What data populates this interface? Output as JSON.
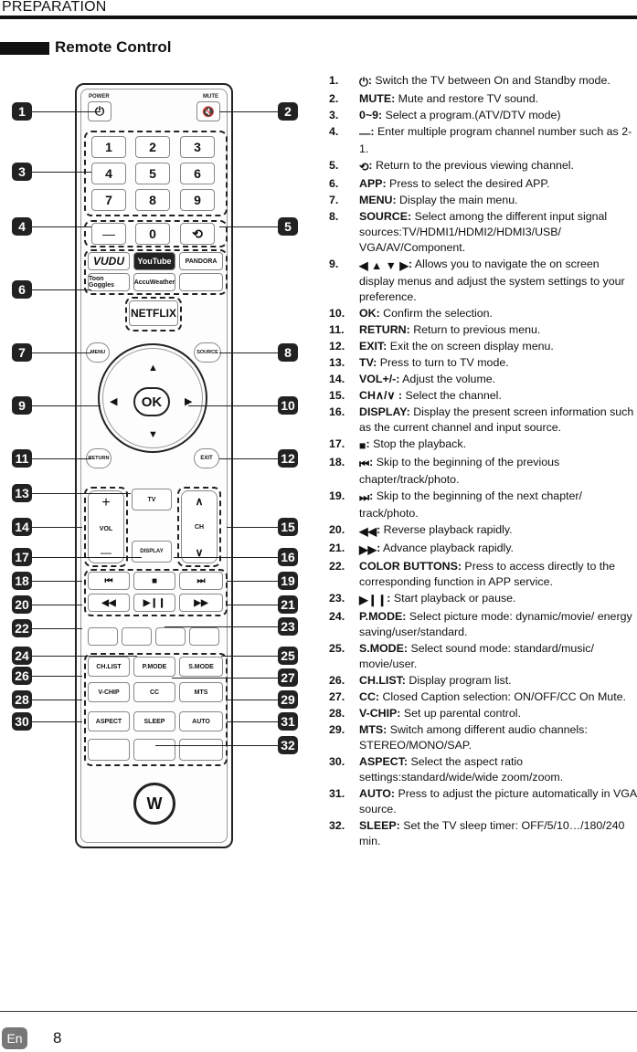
{
  "header": {
    "title": "PREPARATION"
  },
  "section": {
    "title": "Remote Control"
  },
  "remote": {
    "power": "POWER",
    "mute": "MUTE",
    "digits": [
      "1",
      "2",
      "3",
      "4",
      "5",
      "6",
      "7",
      "8",
      "9",
      "0"
    ],
    "dash": "—",
    "apps": [
      "VUDU",
      "YouTube",
      "PANDORA",
      "Toon Goggles",
      "AccuWeather",
      "NETFLIX"
    ],
    "menu": "MENU",
    "source": "SOURCE",
    "ok": "OK",
    "return": "RETURN",
    "exit": "EXIT",
    "tv": "TV",
    "vol": "VOL",
    "ch": "CH",
    "display": "DISPLAY",
    "chlist": "CH.LIST",
    "pmode": "P.MODE",
    "smode": "S.MODE",
    "vchip": "V-CHIP",
    "cc": "CC",
    "mts": "MTS",
    "aspect": "ASPECT",
    "sleep": "SLEEP",
    "auto": "AUTO",
    "plus": "+",
    "minus": "—"
  },
  "callouts": [
    "1",
    "2",
    "3",
    "4",
    "5",
    "6",
    "7",
    "8",
    "9",
    "10",
    "11",
    "12",
    "13",
    "14",
    "15",
    "16",
    "17",
    "18",
    "19",
    "20",
    "21",
    "22",
    "23",
    "24",
    "25",
    "26",
    "27",
    "28",
    "29",
    "30",
    "31",
    "32"
  ],
  "items": [
    {
      "n": "1.",
      "icon": "power-icon",
      "key": ":",
      "text": " Switch the TV between On and Standby mode."
    },
    {
      "n": "2.",
      "key": "MUTE:",
      "text": " Mute and restore TV sound."
    },
    {
      "n": "3.",
      "key": "0~9:",
      "text": " Select a program.(ATV/DTV mode)"
    },
    {
      "n": "4.",
      "icon": "dash-icon",
      "key": ":",
      "text": " Enter multiple program channel number such as 2-1."
    },
    {
      "n": "5.",
      "icon": "recall-icon",
      "key": ":",
      "text": " Return to the previous viewing channel."
    },
    {
      "n": "6.",
      "key": "APP:",
      "text": " Press to select the desired APP."
    },
    {
      "n": "7.",
      "key": "MENU:",
      "text": " Display the main menu."
    },
    {
      "n": "8.",
      "key": "SOURCE:",
      "text": " Select among the different input signal sources:TV/HDMI1/HDMI2/HDMI3/USB/ VGA/AV/Component."
    },
    {
      "n": "9.",
      "icon": "arrows-icon",
      "key": ":",
      "text": " Allows you to navigate the on screen display menus and adjust the system settings to your preference."
    },
    {
      "n": "10.",
      "key": "OK:",
      "text": " Confirm the selection."
    },
    {
      "n": "11.",
      "key": "RETURN:",
      "text": " Return to previous menu."
    },
    {
      "n": "12.",
      "key": "EXIT:",
      "text": " Exit the on screen display menu."
    },
    {
      "n": "13.",
      "key": "TV:",
      "text": " Press to turn to TV mode."
    },
    {
      "n": "14.",
      "key": "VOL+/-:",
      "text": " Adjust the volume."
    },
    {
      "n": "15.",
      "key": "CH∧/∨ :",
      "text": " Select the channel."
    },
    {
      "n": "16.",
      "key": "DISPLAY:",
      "text": " Display the present screen information such as the current channel and input source."
    },
    {
      "n": "17.",
      "icon": "stop-icon",
      "key": ":",
      "text": " Stop the playback."
    },
    {
      "n": "18.",
      "icon": "prev-icon",
      "key": ":",
      "text": " Skip to the beginning of the previous chapter/track/photo."
    },
    {
      "n": "19.",
      "icon": "next-icon",
      "key": ":",
      "text": " Skip to the beginning of the next chapter/ track/photo."
    },
    {
      "n": "20.",
      "icon": "rewind-icon",
      "key": ":",
      "text": " Reverse playback rapidly."
    },
    {
      "n": "21.",
      "icon": "forward-icon",
      "key": ":",
      "text": " Advance playback rapidly."
    },
    {
      "n": "22.",
      "key": "COLOR BUTTONS:",
      "text": " Press to access directly to the corresponding function in APP service."
    },
    {
      "n": "23.",
      "icon": "playpause-icon",
      "key": ":",
      "text": " Start playback or pause."
    },
    {
      "n": "24.",
      "key": "P.MODE:",
      "text": " Select picture mode: dynamic/movie/ energy saving/user/standard."
    },
    {
      "n": "25.",
      "key": "S.MODE:",
      "text": " Select sound mode: standard/music/ movie/user."
    },
    {
      "n": "26.",
      "key": "CH.LIST:",
      "text": " Display program list."
    },
    {
      "n": "27.",
      "key": "CC:",
      "text": " Closed Caption selection: ON/OFF/CC On Mute."
    },
    {
      "n": "28.",
      "key": "V-CHIP:",
      "text": " Set up parental control."
    },
    {
      "n": "29.",
      "key": "MTS:",
      "text": " Switch among different audio channels: STEREO/MONO/SAP."
    },
    {
      "n": "30.",
      "key": "ASPECT:",
      "text": " Select the aspect ratio settings:standard/wide/wide zoom/zoom."
    },
    {
      "n": "31.",
      "key": "AUTO:",
      "text": " Press to adjust the picture automatically in VGA source."
    },
    {
      "n": "32.",
      "key": "SLEEP:",
      "text": " Set the TV sleep timer: OFF/5/10…/180/240 min."
    }
  ],
  "footer": {
    "lang": "En",
    "page": "8"
  }
}
